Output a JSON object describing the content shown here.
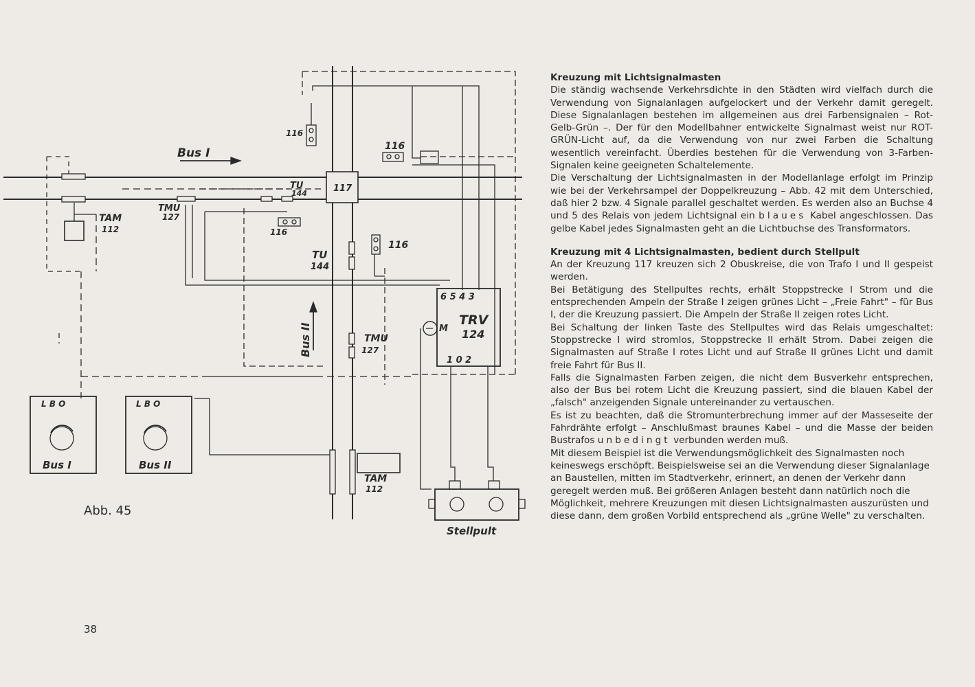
{
  "figure": {
    "caption": "Abb. 45",
    "labels": {
      "bus1_arrow": "Bus I",
      "bus2_arrow": "Bus II",
      "crossing": "117",
      "signal_top_left": "116",
      "signal_top_right": "116",
      "signal_mid": "116",
      "signal_right": "116",
      "tu_upper_a": "TU",
      "tu_upper_b": "144",
      "tmu_left_a": "TMU",
      "tmu_left_b": "127",
      "tam_left_a": "TAM",
      "tam_left_b": "112",
      "tu_mid_a": "TU",
      "tu_mid_b": "144",
      "tmu_mid_a": "TMU",
      "tmu_mid_b": "127",
      "tam_bottom_a": "TAM",
      "tam_bottom_b": "112",
      "relay_name": "TRV",
      "relay_number": "124",
      "relay_top_terminals": "6 5 4 3",
      "relay_bottom_terminals": "1 0 2",
      "relay_m": "M",
      "trafo_terminals": "L B O",
      "trafo1_name": "Bus I",
      "trafo2_name": "Bus II",
      "stellpult": "Stellpult"
    }
  },
  "page_number": "38",
  "text": {
    "heading1": "Kreuzung mit Lichtsignalmasten",
    "para1": "Die ständig wachsende Verkehrsdichte in den Städten wird vielfach durch die Verwendung von Signalanlagen aufgelockert und der Verkehr damit geregelt. Diese Signalanlagen bestehen im allgemeinen aus drei Farbensignalen – Rot-Gelb-Grün –. Der für den Modellbahner entwickelte Signalmast weist nur ROT-GRÜN-Licht auf, da die Verwendung von nur zwei Farben die Schaltung wesentlich vereinfacht. Überdies bestehen für die Verwendung von 3-Farben-Signalen keine geeigneten Schaltelemente.",
    "para2_a": "Die Verschaltung der Lichtsignalmasten in der Modellanlage erfolgt im Prinzip wie bei der Verkehrsampel der Doppelkreuzung – Abb. 42 mit dem Unterschied, daß hier 2 bzw. 4 Signale parallel geschaltet werden. Es werden also an Buchse 4 und 5 des Relais von jedem Lichtsignal ein",
    "para2_em": "blaues",
    "para2_b": "Kabel angeschlossen. Das gelbe Kabel jedes Signalmasten geht an die Lichtbuchse des Transformators.",
    "heading2": "Kreuzung mit 4 Lichtsignalmasten, bedient durch Stellpult",
    "para3": "An der Kreuzung 117 kreuzen sich 2 Obuskreise, die von Trafo I und II gespeist werden.",
    "para4": "Bei Betätigung des Stellpultes rechts, erhält Stoppstrecke I Strom und die entsprechenden Ampeln der Straße I zeigen grünes Licht – „Freie Fahrt\" – für Bus I, der die Kreuzung passiert. Die Ampeln der Straße II zeigen rotes Licht.",
    "para5": "Bei Schaltung der linken Taste des Stellpultes wird das Relais umgeschaltet: Stoppstrecke I wird stromlos, Stoppstrecke II erhält Strom. Dabei zeigen die Signalmasten auf Straße I rotes Licht und auf Straße II grünes Licht und damit freie Fahrt für Bus II.",
    "para6": "Falls die Signalmasten Farben zeigen, die nicht dem Busverkehr entsprechen, also der Bus bei rotem Licht die Kreuzung passiert, sind die blauen Kabel der „falsch\" anzeigenden Signale untereinander zu vertauschen.",
    "para7_a": "Es ist zu beachten, daß die Stromunterbrechung immer auf der Masseseite der Fahrdrähte erfolgt – Anschlußmast braunes Kabel – und die Masse der beiden Bustrafos",
    "para7_em": "unbedingt",
    "para7_b": "verbunden werden muß.",
    "para8": "Mit diesem Beispiel ist die Verwendungsmöglichkeit des Signalmasten noch keineswegs erschöpft. Beispielsweise sei an die Verwendung dieser Signalanlage an Baustellen, mitten im Stadtverkehr, erinnert, an denen der Verkehr dann geregelt werden muß. Bei größeren Anlagen besteht dann natürlich noch die Möglichkeit, mehrere Kreuzungen mit diesen Lichtsignalmasten auszurüsten und diese dann, dem großen Vorbild entsprechend als „grüne Welle\" zu verschalten."
  }
}
